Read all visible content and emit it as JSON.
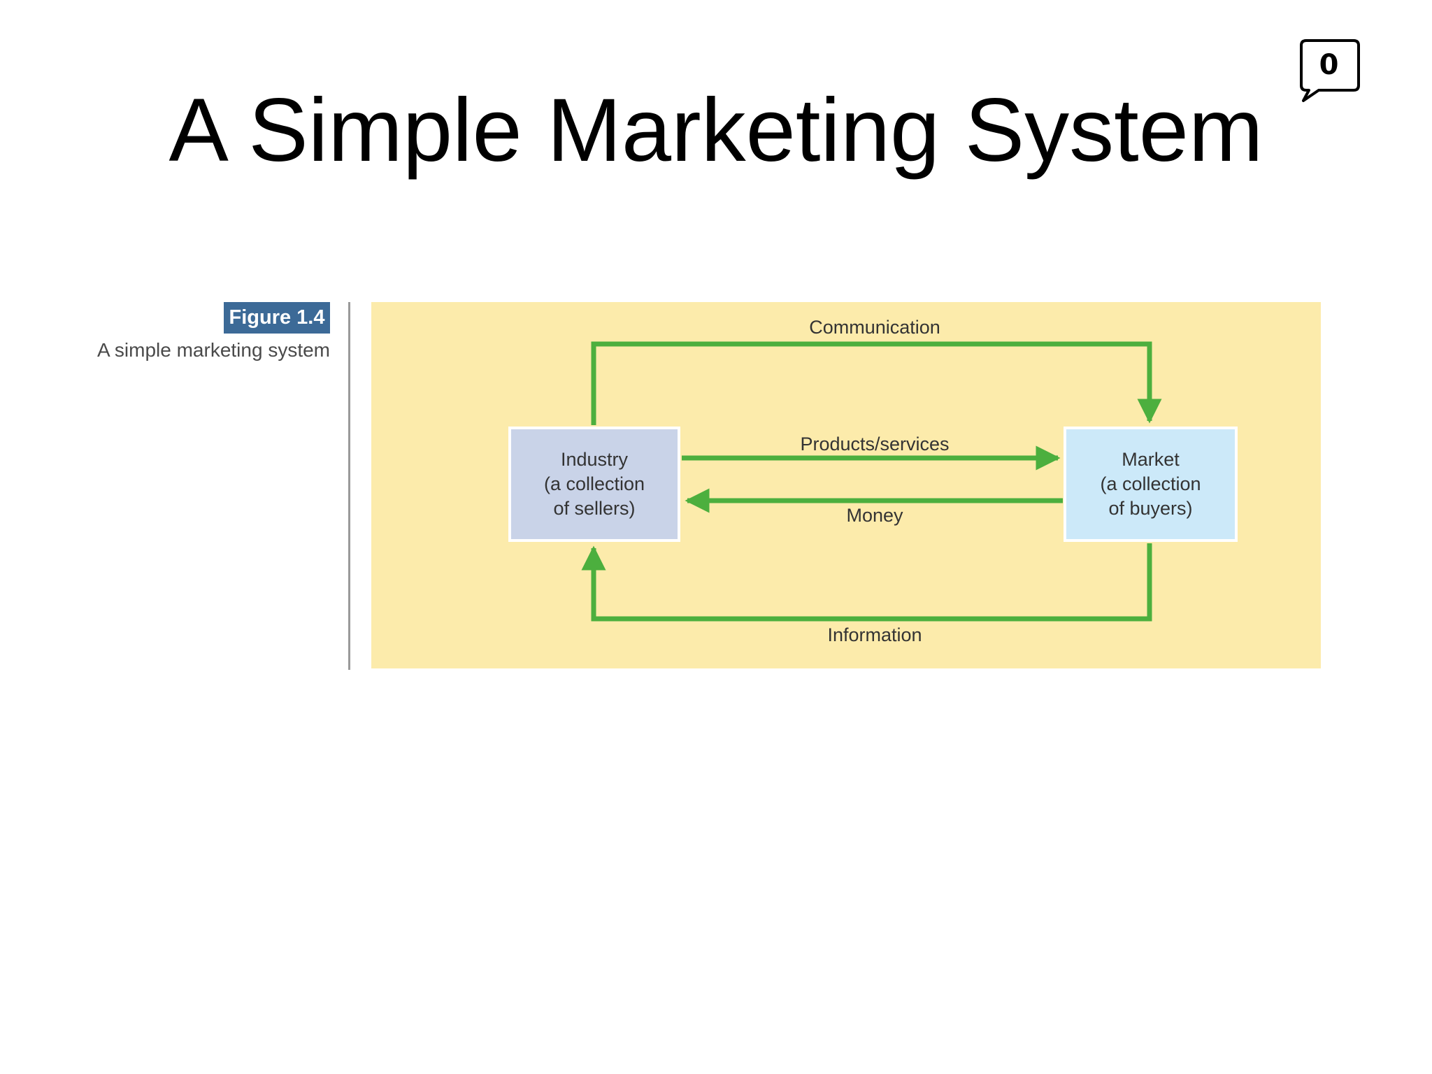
{
  "slide": {
    "title": "A Simple Marketing System",
    "comment_count": "0"
  },
  "figure": {
    "tag": "Figure 1.4",
    "caption": "A simple marketing system",
    "nodes": {
      "industry": [
        "Industry",
        "(a collection",
        "of sellers)"
      ],
      "market": [
        "Market",
        "(a collection",
        "of buyers)"
      ]
    },
    "flows": {
      "communication": "Communication",
      "products": "Products/services",
      "money": "Money",
      "information": "Information"
    },
    "colors": {
      "panel": "#fcebab",
      "arrow": "#4caf3e",
      "industry_box": "#c9d3e8",
      "market_box": "#cce9f9",
      "tag": "#3c6a97"
    }
  }
}
